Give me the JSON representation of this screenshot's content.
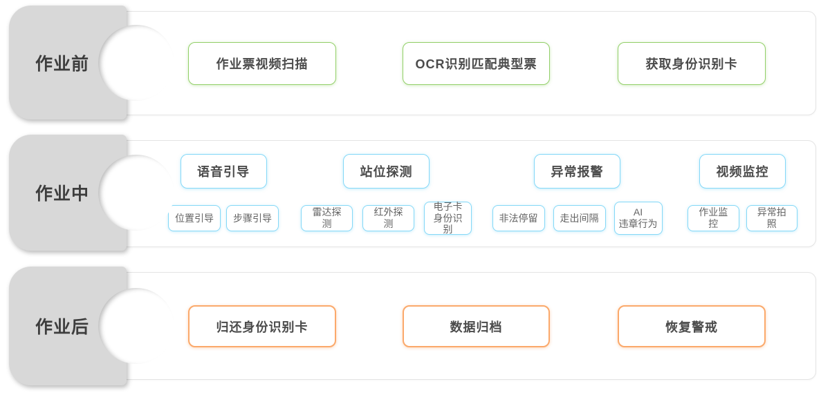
{
  "colors": {
    "pre_accent": "#92cf68",
    "mid_accent": "#84d8f7",
    "post_accent": "#fba96b",
    "tab_bg": "#d8d8d8",
    "tab_text": "#3d3d3d"
  },
  "sections": {
    "pre": {
      "label": "作业前",
      "boxes": [
        "作业票视频扫描",
        "OCR识别匹配典型票",
        "获取身份识别卡"
      ]
    },
    "mid": {
      "label": "作业中",
      "groups": [
        {
          "title": "语音引导",
          "items": [
            "位置引导",
            "步骤引导"
          ]
        },
        {
          "title": "站位探测",
          "items": [
            "雷达探测",
            "红外探测",
            "电子卡\n身份识别"
          ]
        },
        {
          "title": "异常报警",
          "items": [
            "非法停留",
            "走出间隔",
            "AI\n违章行为"
          ]
        },
        {
          "title": "视频监控",
          "items": [
            "作业监控",
            "异常拍照"
          ]
        }
      ]
    },
    "post": {
      "label": "作业后",
      "boxes": [
        "归还身份识别卡",
        "数据归档",
        "恢复警戒"
      ]
    }
  }
}
